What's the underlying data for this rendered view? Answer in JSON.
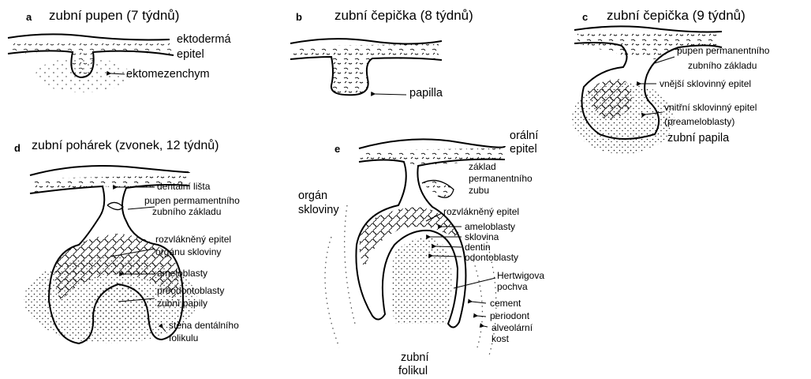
{
  "panels": [
    {
      "letter": "a",
      "title": "zubní pupen (7 týdnů)",
      "labels": [
        "ektodermá",
        "epitel",
        "ektomezenchym"
      ]
    },
    {
      "letter": "b",
      "title": "zubní čepička (8 týdnů)",
      "labels": [
        "papilla"
      ]
    },
    {
      "letter": "c",
      "title": "zubní čepička (9 týdnů)",
      "labels": [
        "pupen permanentního",
        "zubního základu",
        "vnější sklovinný epitel",
        "vnitřní sklovinný epitel",
        "(preameloblasty)",
        "zubní papila"
      ]
    },
    {
      "letter": "d",
      "title": "zubní pohárek (zvonek, 12 týdnů)",
      "labels": [
        "dentální lišta",
        "pupen permamentního",
        "zubního základu",
        "rozvlákněný epitel",
        "orgánu skloviny",
        "ameloblasty",
        "preodontoblasty",
        "zubní papily",
        "stěna dentálního",
        "folikulu"
      ]
    },
    {
      "letter": "e",
      "title": "",
      "labels": [
        "orální",
        "epitel",
        "základ",
        "permanentního",
        "zubu",
        "orgán",
        "skloviny",
        "rozvlákněný epitel",
        "ameloblasty",
        "sklovina",
        "dentin",
        "odontoblasty",
        "Hertwigova",
        "pochva",
        "cement",
        "periodont",
        "alveolární",
        "kost",
        "zubní",
        "folikul"
      ]
    }
  ]
}
